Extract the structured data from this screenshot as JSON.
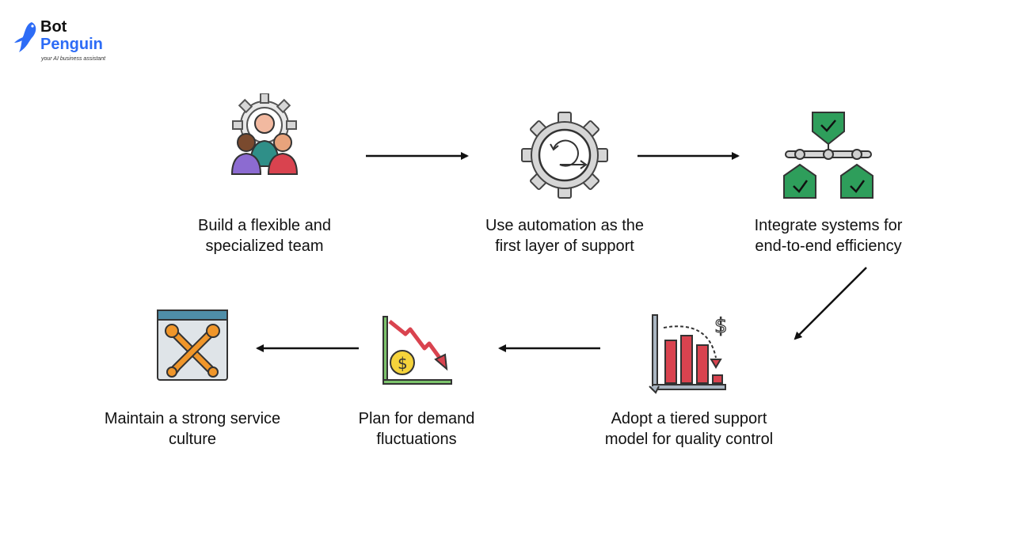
{
  "brand": {
    "name_line1": "Bot",
    "name_line2": "Penguin",
    "tagline": "your AI business assistant"
  },
  "steps": [
    {
      "label_line1": "Build a flexible and",
      "label_line2": "specialized team",
      "icon": "team-gear-icon"
    },
    {
      "label_line1": "Use automation as the",
      "label_line2": "first layer of support",
      "icon": "automation-gear-icon"
    },
    {
      "label_line1": "Integrate systems for",
      "label_line2": "end-to-end efficiency",
      "icon": "integration-network-icon"
    },
    {
      "label_line1": "Adopt a tiered support",
      "label_line2": "model for quality control",
      "icon": "bar-chart-dollar-icon"
    },
    {
      "label_line1": "Plan for demand",
      "label_line2": "fluctuations",
      "icon": "declining-trend-dollar-icon"
    },
    {
      "label_line1": "Maintain a strong service",
      "label_line2": "culture",
      "icon": "wrench-tools-window-icon"
    }
  ],
  "colors": {
    "text": "#111111",
    "brand_blue": "#2d6cf6",
    "green": "#2e9e5b",
    "red": "#d9434f",
    "orange": "#f0962a",
    "gray": "#9aa0a6"
  }
}
